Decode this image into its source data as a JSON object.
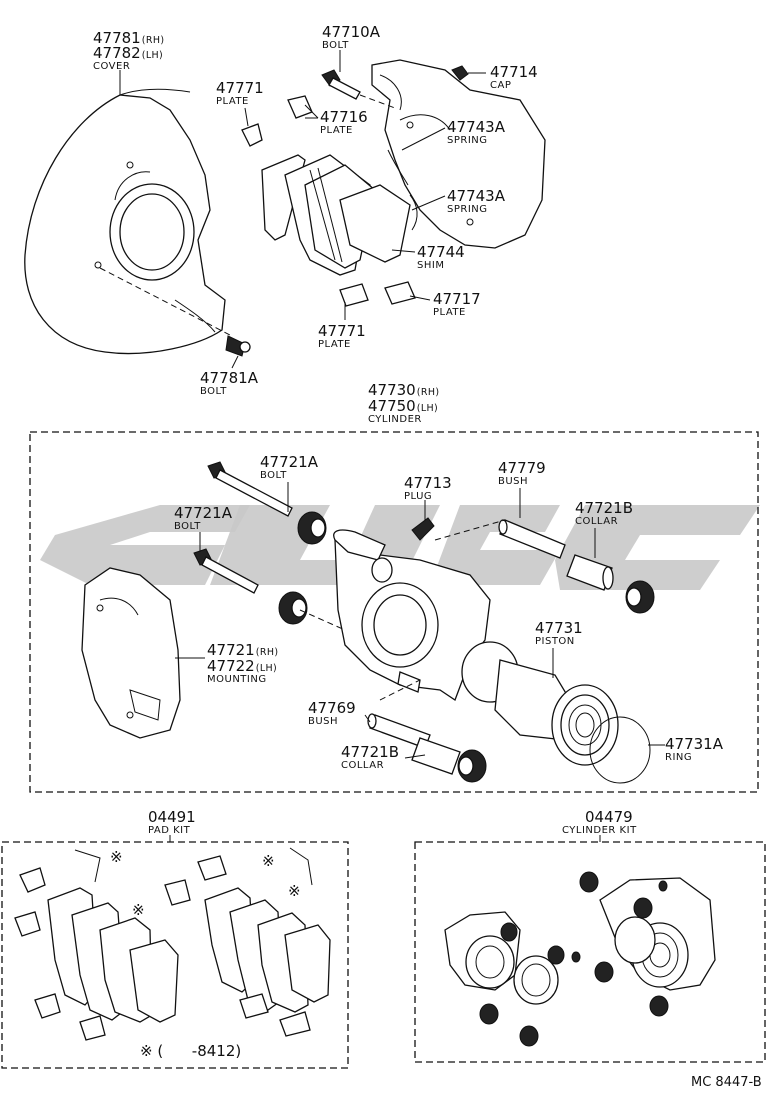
{
  "cover": {
    "pn_rh": "47781",
    "rh": "(RH)",
    "pn_lh": "47782",
    "lh": "(LH)",
    "name": "COVER"
  },
  "bolt_47710a": {
    "pn": "47710A",
    "name": "BOLT"
  },
  "cap_47714": {
    "pn": "47714",
    "name": "CAP"
  },
  "plate_47771_top": {
    "pn": "47771",
    "name": "PLATE"
  },
  "plate_47716": {
    "pn": "47716",
    "name": "PLATE"
  },
  "spring_47743a_1": {
    "pn": "47743A",
    "name": "SPRING"
  },
  "spring_47743a_2": {
    "pn": "47743A",
    "name": "SPRING"
  },
  "shim_47744": {
    "pn": "47744",
    "name": "SHIM"
  },
  "plate_47717": {
    "pn": "47717",
    "name": "PLATE"
  },
  "plate_47771_bottom": {
    "pn": "47771",
    "name": "PLATE"
  },
  "bolt_47781a": {
    "pn": "47781A",
    "name": "BOLT"
  },
  "cylinder": {
    "pn_rh": "47730",
    "rh": "(RH)",
    "pn_lh": "47750",
    "lh": "(LH)",
    "name": "CYLINDER"
  },
  "bolt_47721a_1": {
    "pn": "47721A",
    "name": "BOLT"
  },
  "bolt_47721a_2": {
    "pn": "47721A",
    "name": "BOLT"
  },
  "plug_47713": {
    "pn": "47713",
    "name": "PLUG"
  },
  "bush_47779": {
    "pn": "47779",
    "name": "BUSH"
  },
  "collar_47721b_1": {
    "pn": "47721B",
    "name": "COLLAR"
  },
  "mounting": {
    "pn_rh": "47721",
    "rh": "(RH)",
    "pn_lh": "47722",
    "lh": "(LH)",
    "name": "MOUNTING"
  },
  "piston_47731": {
    "pn": "47731",
    "name": "PISTON"
  },
  "bush_47769": {
    "pn": "47769",
    "name": "BUSH"
  },
  "collar_47721b_2": {
    "pn": "47721B",
    "name": "COLLAR"
  },
  "ring_47731a": {
    "pn": "47731A",
    "name": "RING"
  },
  "pad_kit": {
    "pn": "04491",
    "name": "PAD KIT",
    "note": "※ (      -8412)"
  },
  "cylinder_kit": {
    "pn": "04479",
    "name": "CYLINDER KIT"
  },
  "footer_code": "MC 8447-B",
  "note_mark": "※"
}
